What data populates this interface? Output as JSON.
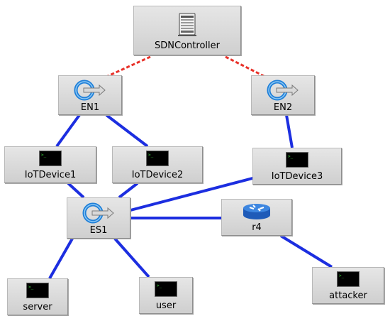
{
  "nodes": {
    "sdn_controller": {
      "label": "SDNController",
      "icon": "server-tower-icon"
    },
    "en1": {
      "label": "EN1",
      "icon": "switch-arrow-icon"
    },
    "en2": {
      "label": "EN2",
      "icon": "switch-arrow-icon"
    },
    "iot1": {
      "label": "IoTDevice1",
      "icon": "terminal-icon"
    },
    "iot2": {
      "label": "IoTDevice2",
      "icon": "terminal-icon"
    },
    "iot3": {
      "label": "IoTDevice3",
      "icon": "terminal-icon"
    },
    "es1": {
      "label": "ES1",
      "icon": "switch-arrow-icon"
    },
    "r4": {
      "label": "r4",
      "icon": "router-icon"
    },
    "server": {
      "label": "server",
      "icon": "terminal-icon"
    },
    "user": {
      "label": "user",
      "icon": "terminal-icon"
    },
    "attacker": {
      "label": "attacker",
      "icon": "terminal-icon"
    }
  },
  "links": [
    {
      "from": "sdn_controller",
      "to": "en1",
      "style": "controller",
      "color": "#e8322a"
    },
    {
      "from": "sdn_controller",
      "to": "en2",
      "style": "controller",
      "color": "#e8322a"
    },
    {
      "from": "en1",
      "to": "iot1",
      "style": "data",
      "color": "#1c2ee0"
    },
    {
      "from": "en1",
      "to": "iot2",
      "style": "data",
      "color": "#1c2ee0"
    },
    {
      "from": "en2",
      "to": "iot3",
      "style": "data",
      "color": "#1c2ee0"
    },
    {
      "from": "iot1",
      "to": "es1",
      "style": "data",
      "color": "#1c2ee0"
    },
    {
      "from": "iot2",
      "to": "es1",
      "style": "data",
      "color": "#1c2ee0"
    },
    {
      "from": "iot3",
      "to": "es1",
      "style": "data",
      "color": "#1c2ee0"
    },
    {
      "from": "es1",
      "to": "r4",
      "style": "data",
      "color": "#1c2ee0"
    },
    {
      "from": "es1",
      "to": "server",
      "style": "data",
      "color": "#1c2ee0"
    },
    {
      "from": "es1",
      "to": "user",
      "style": "data",
      "color": "#1c2ee0"
    },
    {
      "from": "r4",
      "to": "attacker",
      "style": "data",
      "color": "#1c2ee0"
    }
  ],
  "colors": {
    "data_link": "#1c2ee0",
    "controller_link": "#e8322a",
    "node_background": "#d9d9d9",
    "terminal_screen": "#000000",
    "terminal_prompt": "#3cd23c",
    "switch_icon_blue": "#1f7fd8",
    "router_icon_blue": "#2a6fd6"
  }
}
